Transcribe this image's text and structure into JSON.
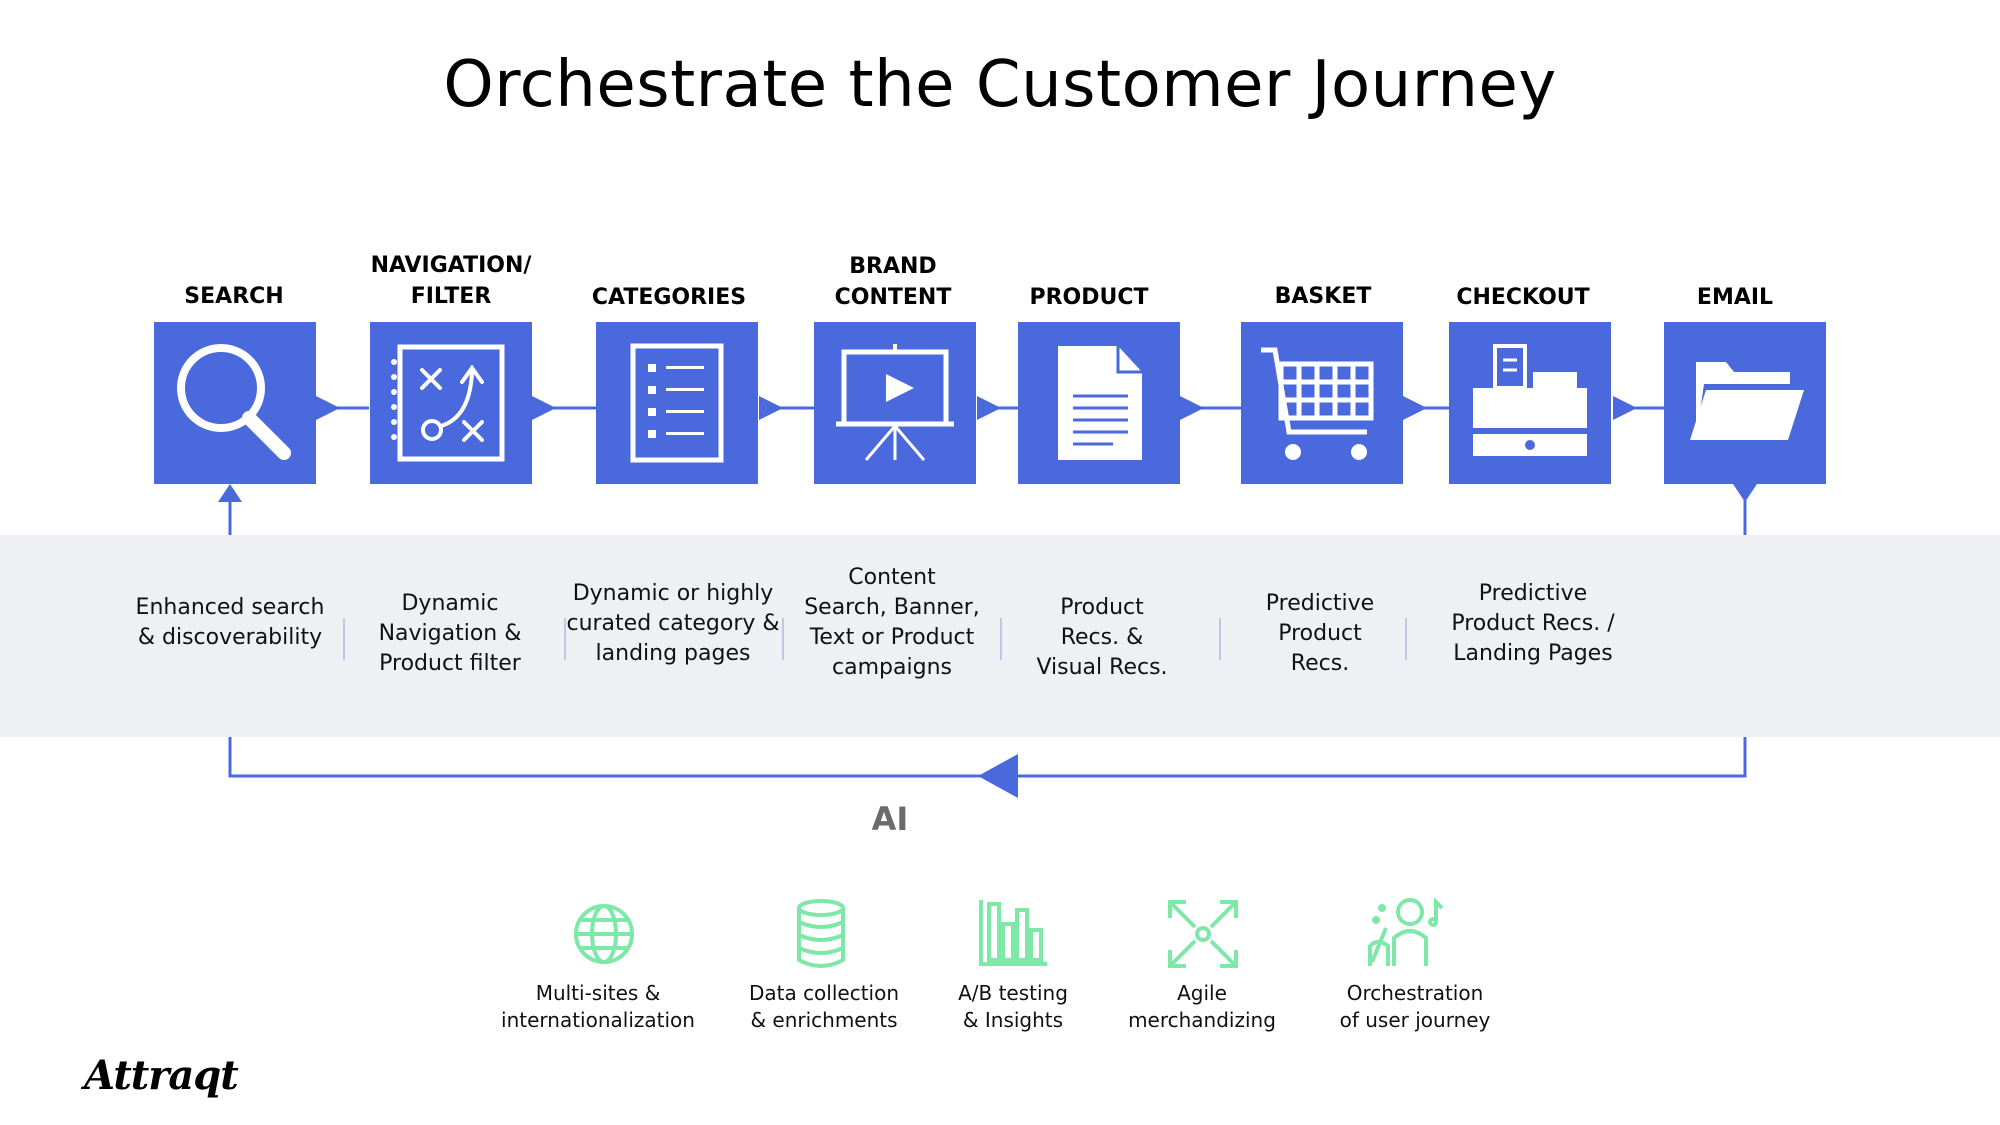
{
  "title": "Orchestrate the Customer Journey",
  "stages": [
    {
      "label": "SEARCH",
      "icon": "search-icon"
    },
    {
      "label": "NAVIGATION/\nFILTER",
      "icon": "navigation-map-icon"
    },
    {
      "label": "CATEGORIES",
      "icon": "list-icon"
    },
    {
      "label": "BRAND\nCONTENT",
      "icon": "presentation-video-icon"
    },
    {
      "label": "PRODUCT",
      "icon": "document-icon"
    },
    {
      "label": "BASKET",
      "icon": "shopping-cart-icon"
    },
    {
      "label": "CHECKOUT",
      "icon": "cash-register-icon"
    },
    {
      "label": "EMAIL",
      "icon": "folder-icon"
    }
  ],
  "descriptions": [
    "Enhanced search\n& discoverability",
    "Dynamic\nNavigation &\nProduct filter",
    "Dynamic or highly\ncurated category &\nlanding pages",
    "Content\nSearch, Banner,\nText or Product\ncampaigns",
    "Product\nRecs. &\nVisual Recs.",
    "Predictive\nProduct\nRecs.",
    "Predictive\nProduct Recs. /\nLanding Pages"
  ],
  "ai_label": "AI",
  "capabilities": [
    {
      "label": "Multi-sites &\ninternationalization",
      "icon": "globe-icon"
    },
    {
      "label": "Data collection\n& enrichments",
      "icon": "database-icon"
    },
    {
      "label": "A/B testing\n& Insights",
      "icon": "bar-chart-icon"
    },
    {
      "label": "Agile\nmerchandizing",
      "icon": "expand-arrows-icon"
    },
    {
      "label": "Orchestration\nof user journey",
      "icon": "orchestration-icon"
    }
  ],
  "logo": "Attraqt",
  "colors": {
    "box": "#4a69dc",
    "band": "#eef0f4",
    "capability_icon": "#7ee8a8",
    "ai_label": "#6b6b6b"
  }
}
